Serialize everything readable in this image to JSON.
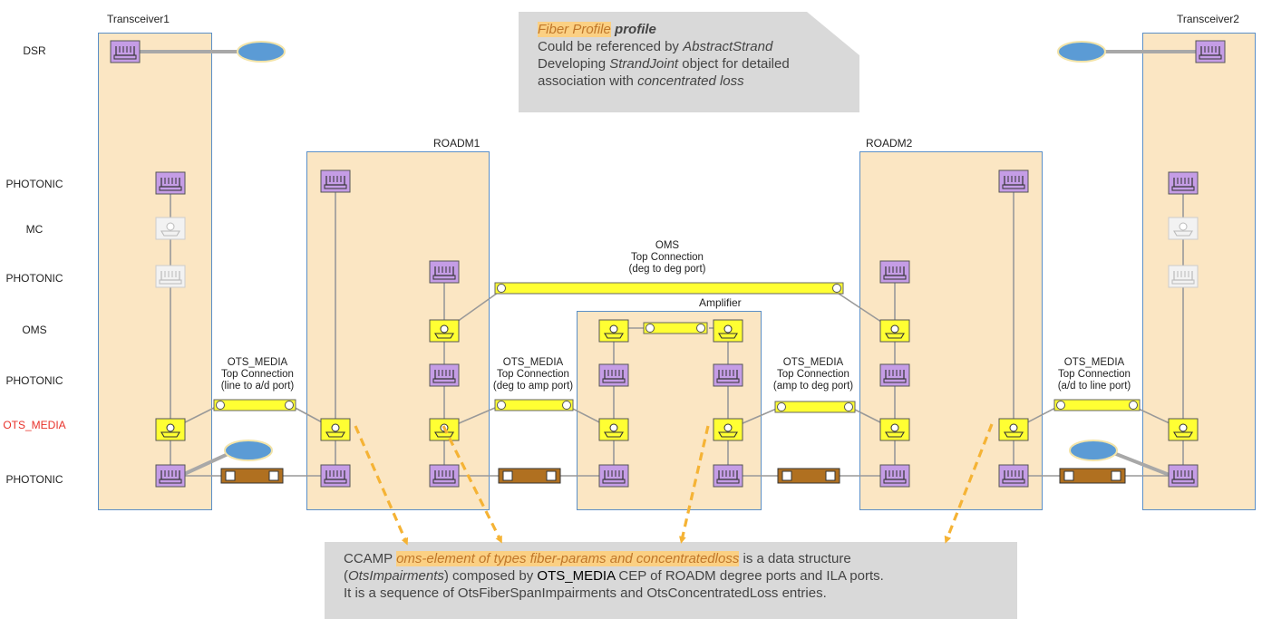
{
  "transceiver1": {
    "title": "Transceiver1"
  },
  "transceiver2": {
    "title": "Transceiver2"
  },
  "roadm1": {
    "title": "ROADM1"
  },
  "roadm2": {
    "title": "ROADM2"
  },
  "amplifier": {
    "title": "Amplifier"
  },
  "layers": {
    "dsr": "DSR",
    "photonic_1": "PHOTONIC",
    "mc": "MC",
    "photonic_2": "PHOTONIC",
    "oms": "OMS",
    "photonic_3": "PHOTONIC",
    "ots_media": "OTS_MEDIA",
    "photonic_4": "PHOTONIC"
  },
  "connections": {
    "oms": {
      "l1": "OMS",
      "l2": "Top Connection",
      "l3": "(deg to deg port)"
    },
    "ots_left": {
      "l1": "OTS_MEDIA",
      "l2": "Top Connection",
      "l3": "(line to a/d port)"
    },
    "ots_roadm1_amp": {
      "l1": "OTS_MEDIA",
      "l2": "Top Connection",
      "l3": "(deg to amp port)"
    },
    "ots_amp_roadm2": {
      "l1": "OTS_MEDIA",
      "l2": "Top Connection",
      "l3": "(amp to deg port)"
    },
    "ots_right": {
      "l1": "OTS_MEDIA",
      "l2": "Top Connection",
      "l3": "(a/d to line port)"
    }
  },
  "top_note": {
    "highlight": "Fiber Profile",
    "bold": "profile",
    "line2_a": "Could be referenced  by ",
    "line2_b": "AbstractStrand",
    "line3_a": "Developing ",
    "line3_b": "StrandJoint",
    "line3_c": " object for detailed",
    "line4_a": "association with ",
    "line4_b": "concentrated loss"
  },
  "bottom_note": {
    "l1_a": "CCAMP ",
    "l1_highlight": "oms-element of types fiber-params and concentratedloss",
    "l1_b": " is a data structure",
    "l2_a": "(",
    "l2_b": "OtsImpairments",
    "l2_c": ") composed by ",
    "l2_d": "OTS_MEDIA",
    "l2_e": " CEP of ROADM degree ports and ILA ports.",
    "l3": "It is a sequence of OtsFiberSpanImpairments and OtsConcentratedLoss entries."
  },
  "colors": {
    "box_fill": "#fbe6c3",
    "box_border": "#5b8fc7",
    "port_purple": "#c59de6",
    "port_yellow": "#ffff33",
    "fiber_brown": "#b07020",
    "ellipse_blue": "#5b9bd5",
    "arrow_orange": "#f5b335",
    "label_red": "#e8312a"
  }
}
